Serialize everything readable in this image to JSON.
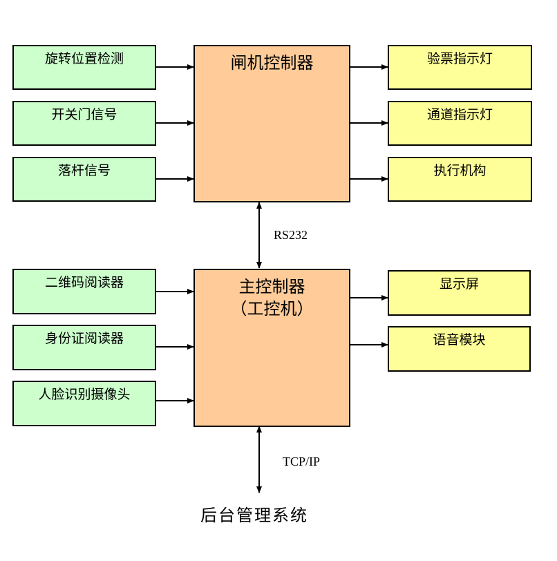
{
  "gate_controller": {
    "title": "闸机控制器",
    "inputs": [
      "旋转位置检测",
      "开关门信号",
      "落杆信号"
    ],
    "outputs": [
      "验票指示灯",
      "通道指示灯",
      "执行机构"
    ]
  },
  "link_gate_main": "RS232",
  "main_controller": {
    "title_line1": "主控制器",
    "title_line2": "（工控机）",
    "inputs": [
      "二维码阅读器",
      "身份证阅读器",
      "人脸识别摄像头"
    ],
    "outputs": [
      "显示屏",
      "语音模块"
    ]
  },
  "link_main_backend": "TCP/IP",
  "backend": "后台管理系统",
  "colors": {
    "input_fill": "#ccffcc",
    "output_fill": "#ffff99",
    "controller_fill": "#ffcc99",
    "line": "#000000"
  }
}
